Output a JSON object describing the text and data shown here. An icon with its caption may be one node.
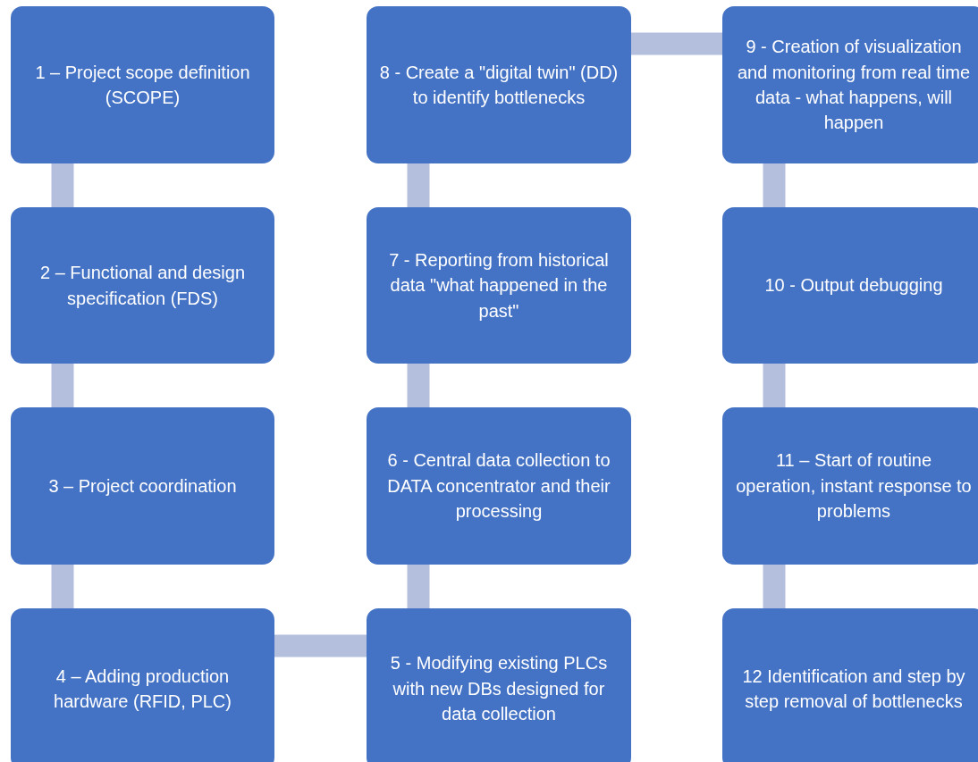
{
  "diagram": {
    "nodes": [
      {
        "text": [
          "1 – Project scope definition (SCOPE)"
        ]
      },
      {
        "text": [
          "2 – Functional and design specification (FDS)"
        ]
      },
      {
        "text": [
          "3 – Project coordination"
        ]
      },
      {
        "text": [
          "4 – Adding production hardware (RFID, PLC)"
        ]
      },
      {
        "text": [
          "5 - Modifying existing PLCs with new DBs designed for data collection"
        ]
      },
      {
        "text": [
          "6 - Central data collection to DATA concentrator and their processing"
        ]
      },
      {
        "text": [
          "7 - Reporting from historical data \"what happened in the past\""
        ]
      },
      {
        "text": [
          "8 - Create a \"digital twin\" (DD) to identify bottlenecks"
        ]
      },
      {
        "text": [
          "9 - Creation of visualization and monitoring from real time data - what happens, will happen"
        ]
      },
      {
        "text": [
          "10 - Output debugging"
        ]
      },
      {
        "text": [
          "11 – Start of routine operation, instant response to problems"
        ]
      },
      {
        "text": [
          "12 Identification and step by step removal of bottlenecks"
        ]
      }
    ],
    "edges": [
      {
        "from": 0,
        "to": 1,
        "arrow": "none"
      },
      {
        "from": 1,
        "to": 2,
        "arrow": "none"
      },
      {
        "from": 2,
        "to": 3,
        "arrow": "none"
      },
      {
        "from": 3,
        "to": 4,
        "arrow": "none"
      },
      {
        "from": 4,
        "to": 5,
        "arrow": "none"
      },
      {
        "from": 5,
        "to": 6,
        "arrow": "none"
      },
      {
        "from": 6,
        "to": 7,
        "arrow": "none"
      },
      {
        "from": 7,
        "to": 8,
        "arrow": "none"
      },
      {
        "from": 8,
        "to": 9,
        "arrow": "none"
      },
      {
        "from": 9,
        "to": 10,
        "arrow": "none"
      },
      {
        "from": 10,
        "to": 11,
        "arrow": "none"
      }
    ]
  }
}
